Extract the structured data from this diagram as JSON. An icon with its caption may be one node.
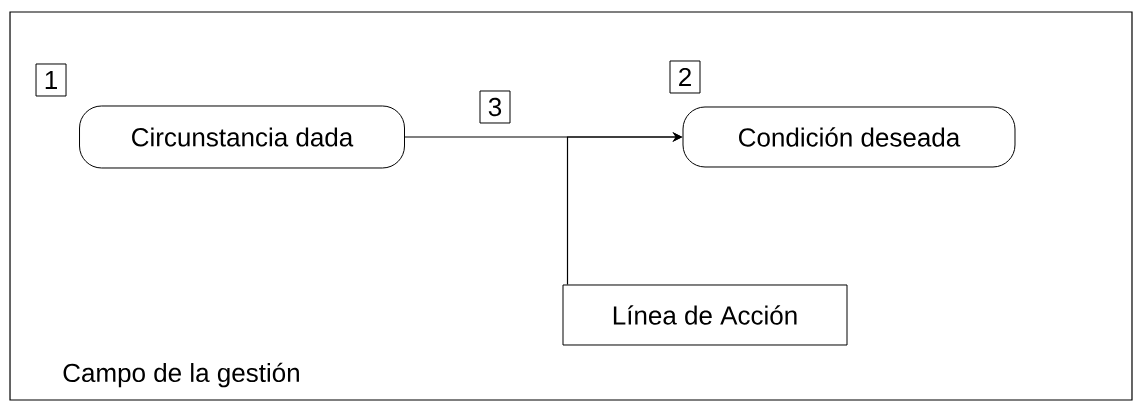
{
  "diagram": {
    "nodes": [
      {
        "text": [
          "Campo de la gestión"
        ]
      },
      {
        "text": [
          "1"
        ],
        "in": 0
      },
      {
        "text": [
          "Circunstancia dada"
        ],
        "in": 0
      },
      {
        "text": [
          "3"
        ],
        "in": 0
      },
      {
        "text": [
          "2"
        ],
        "in": 0
      },
      {
        "text": [
          "Condición deseada"
        ],
        "in": 0
      },
      {
        "text": [
          "Línea de Acción"
        ],
        "in": 0
      }
    ],
    "edges": [
      {
        "from": 2,
        "to": 5,
        "arrow": "to"
      },
      {
        "from": 6,
        "to": 5,
        "arrow": "to"
      }
    ]
  }
}
